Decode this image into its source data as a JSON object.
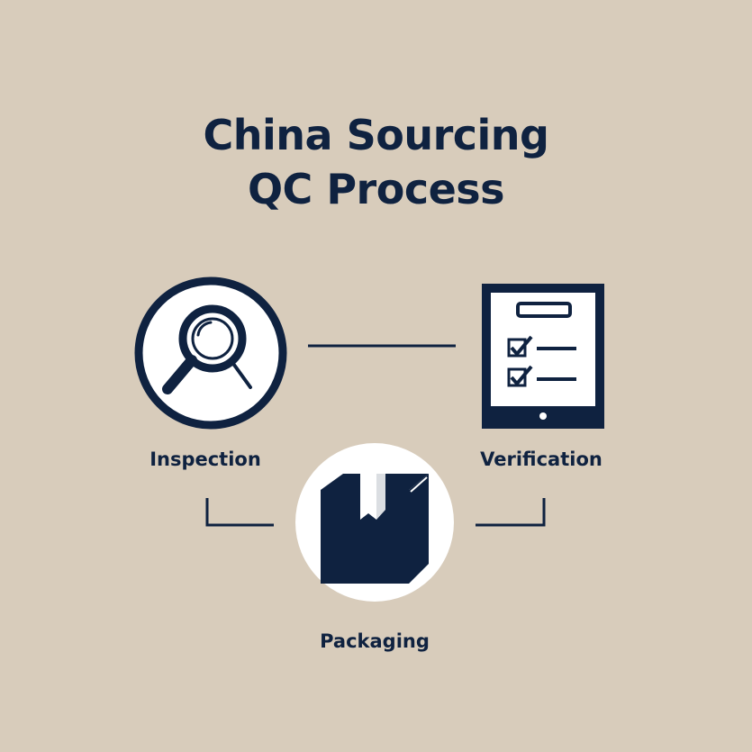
{
  "title": {
    "line1": "China Sourcing",
    "line2": "QC Process"
  },
  "steps": {
    "inspection": {
      "label": "Inspection",
      "icon": "magnifying-glass-icon"
    },
    "verification": {
      "label": "Verification",
      "icon": "checklist-tablet-icon"
    },
    "packaging": {
      "label": "Packaging",
      "icon": "package-box-icon"
    }
  },
  "colors": {
    "background": "#d8ccbb",
    "navy": "#0f2240",
    "white": "#ffffff"
  }
}
